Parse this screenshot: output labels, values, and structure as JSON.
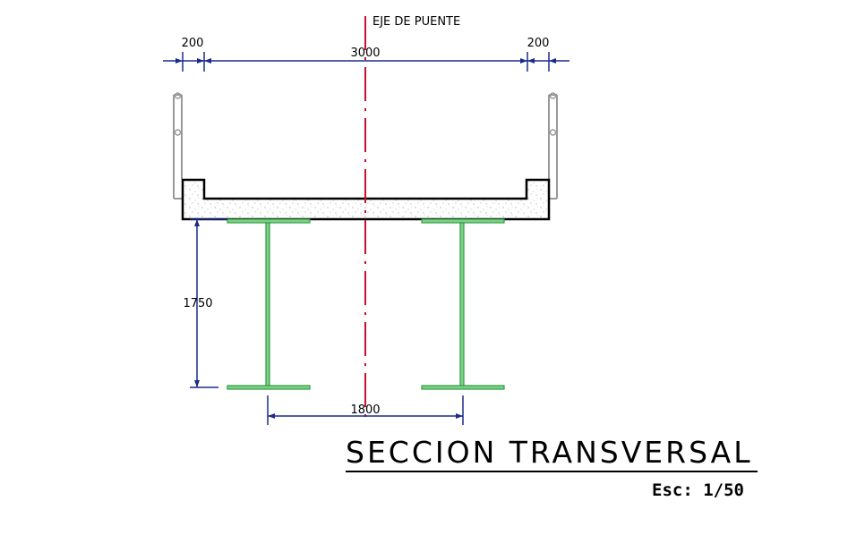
{
  "axis_label": "EJE DE PUENTE",
  "dimensions": {
    "left_curb_width": "200",
    "deck_width": "3000",
    "right_curb_width": "200",
    "girder_height": "1750",
    "girder_spacing": "1800"
  },
  "title": "SECCION TRANSVERSAL",
  "scale": "Esc: 1/50",
  "colors": {
    "dimension_line": "#1a2b8c",
    "axis_line": "#c8102e",
    "girder": "#2e9e3e",
    "outline": "#000000",
    "railing": "#999999"
  }
}
